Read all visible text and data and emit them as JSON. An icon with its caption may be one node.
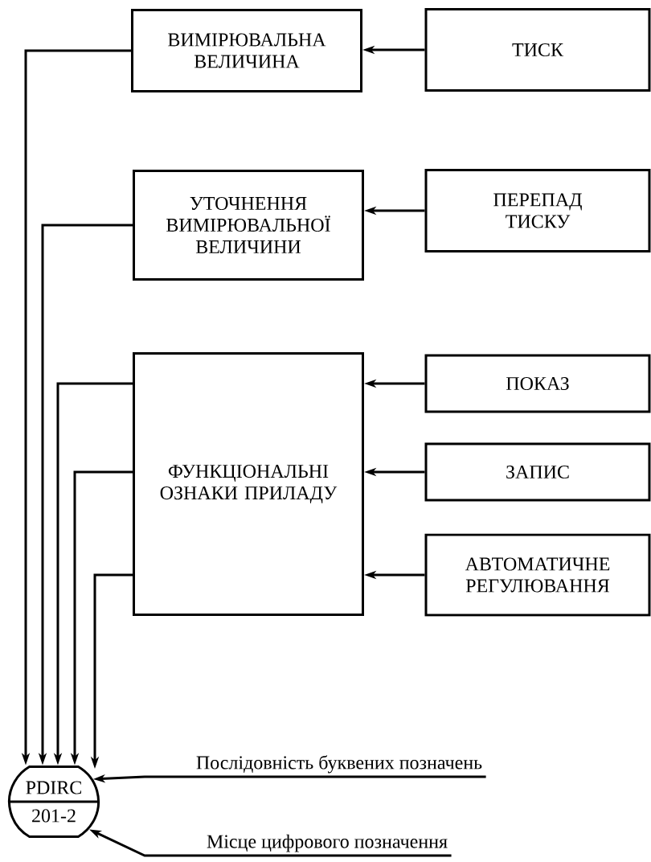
{
  "diagram": {
    "nodes": [
      {
        "text": [
          "ВИМІРЮВАЛЬНА ВЕЛИЧИНА"
        ]
      },
      {
        "text": [
          "ТИСК"
        ]
      },
      {
        "text": [
          "УТОЧНЕННЯ ВИМІРЮВАЛЬНОЇ ВЕЛИЧИНИ"
        ]
      },
      {
        "text": [
          "ПЕРЕПАД ТИСКУ"
        ]
      },
      {
        "text": [
          "ФУНКЦІОНАЛЬНІ ОЗНАКИ ПРИЛАДУ"
        ]
      },
      {
        "text": [
          "ПОКАЗ"
        ]
      },
      {
        "text": [
          "ЗАПИС"
        ]
      },
      {
        "text": [
          "АВТОМАТИЧНЕ РЕГУЛЮВАННЯ"
        ]
      },
      {
        "text": [
          "PDIRC",
          "201-2"
        ]
      },
      {
        "text": [
          "Послідовність буквених позначень"
        ]
      },
      {
        "text": [
          "Місце цифрового позначення"
        ]
      }
    ],
    "edges": [
      {
        "from": 1,
        "to": 0,
        "arrow": "to"
      },
      {
        "from": 3,
        "to": 2,
        "arrow": "to"
      },
      {
        "from": 5,
        "to": 4,
        "arrow": "to"
      },
      {
        "from": 6,
        "to": 4,
        "arrow": "to"
      },
      {
        "from": 7,
        "to": 4,
        "arrow": "to"
      },
      {
        "from": 0,
        "to": 8,
        "arrow": "to"
      },
      {
        "from": 2,
        "to": 8,
        "arrow": "to"
      },
      {
        "from": 4,
        "to": 8,
        "arrow": "to"
      },
      {
        "from": 4,
        "to": 8,
        "arrow": "to"
      },
      {
        "from": 4,
        "to": 8,
        "arrow": "to"
      },
      {
        "from": 9,
        "to": 8,
        "arrow": "to"
      },
      {
        "from": 10,
        "to": 8,
        "arrow": "to"
      }
    ]
  }
}
